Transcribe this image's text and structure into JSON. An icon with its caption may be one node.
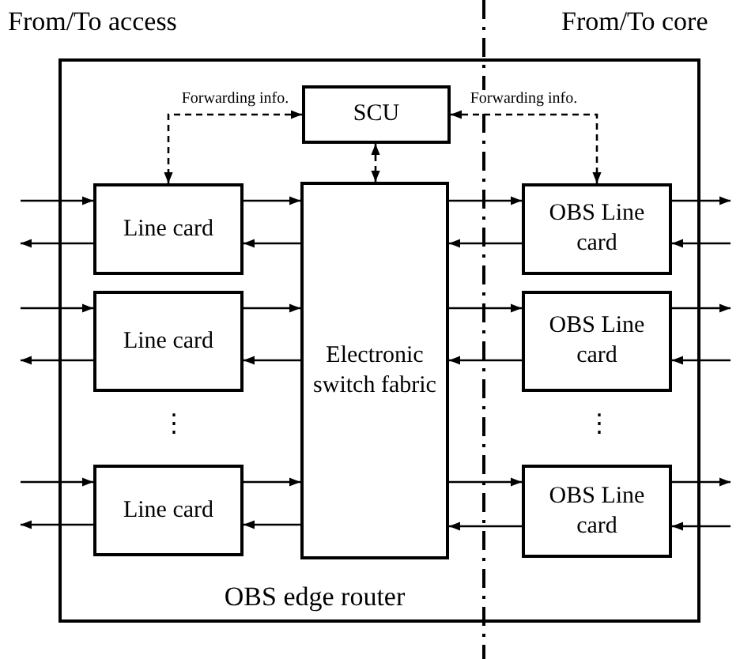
{
  "diagram": {
    "nodes": [
      {
        "text": [
          "OBS edge router"
        ]
      },
      {
        "text": [
          "SCU"
        ],
        "in": 0
      },
      {
        "text": [
          "Line card"
        ],
        "in": 0
      },
      {
        "text": [
          "Electronic switch fabric"
        ],
        "in": 0
      },
      {
        "text": [
          "OBS Line card"
        ],
        "in": 0
      },
      {
        "text": [
          "Line card"
        ],
        "in": 0
      },
      {
        "text": [
          "OBS Line card"
        ],
        "in": 0
      },
      {
        "text": [
          "Line card"
        ],
        "in": 0
      },
      {
        "text": [
          "OBS Line card"
        ],
        "in": 0
      }
    ],
    "edges": [
      {
        "from": 1,
        "to": 2,
        "arrow": "both",
        "style": "dashed",
        "label": "Forwarding info."
      },
      {
        "from": 1,
        "to": 4,
        "arrow": "both",
        "style": "dashed",
        "label": "Forwarding info."
      },
      {
        "from": 1,
        "to": 3,
        "arrow": "both",
        "style": "dashed"
      },
      {
        "from": null,
        "to": 2,
        "arrow": "to"
      },
      {
        "from": 2,
        "to": null,
        "arrow": "to"
      },
      {
        "from": 2,
        "to": 3,
        "arrow": "to"
      },
      {
        "from": 3,
        "to": 2,
        "arrow": "to"
      },
      {
        "from": 3,
        "to": 4,
        "arrow": "to"
      },
      {
        "from": 4,
        "to": 3,
        "arrow": "to"
      },
      {
        "from": 4,
        "to": null,
        "arrow": "to"
      },
      {
        "from": null,
        "to": 4,
        "arrow": "to"
      },
      {
        "from": null,
        "to": 5,
        "arrow": "to"
      },
      {
        "from": 5,
        "to": null,
        "arrow": "to"
      },
      {
        "from": 5,
        "to": 3,
        "arrow": "to"
      },
      {
        "from": 3,
        "to": 5,
        "arrow": "to"
      },
      {
        "from": 3,
        "to": 6,
        "arrow": "to"
      },
      {
        "from": 6,
        "to": 3,
        "arrow": "to"
      },
      {
        "from": 6,
        "to": null,
        "arrow": "to"
      },
      {
        "from": null,
        "to": 6,
        "arrow": "to"
      },
      {
        "from": null,
        "to": 7,
        "arrow": "to"
      },
      {
        "from": 7,
        "to": null,
        "arrow": "to"
      },
      {
        "from": 7,
        "to": 3,
        "arrow": "to"
      },
      {
        "from": 3,
        "to": 7,
        "arrow": "to"
      },
      {
        "from": 3,
        "to": 8,
        "arrow": "to"
      },
      {
        "from": 8,
        "to": 3,
        "arrow": "to"
      },
      {
        "from": 8,
        "to": null,
        "arrow": "to"
      },
      {
        "from": null,
        "to": 8,
        "arrow": "to"
      }
    ],
    "labels": [
      "From/To access",
      "From/To core",
      "⋮",
      "⋮"
    ]
  }
}
